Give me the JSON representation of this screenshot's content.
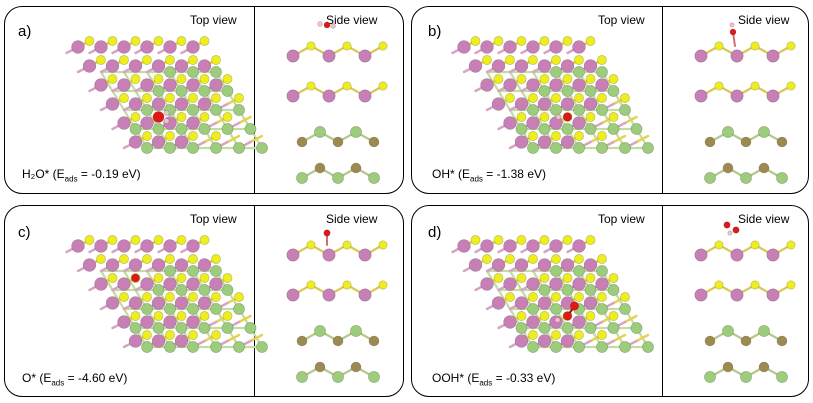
{
  "top_view_label": "Top view",
  "side_view_label": "Side view",
  "energy_prefix": "(E",
  "energy_sub": "ads",
  "unit": "eV",
  "colors": {
    "mo": "#c77fb6",
    "s": "#eded1f",
    "green": "#9ccc7c",
    "brown": "#9c8a4f",
    "oxygen": "#e01818",
    "hydrogen": "#f2c0c8"
  },
  "panels": [
    {
      "letter": "a)",
      "species": "H₂O*",
      "energy": "-0.19"
    },
    {
      "letter": "b)",
      "species": "OH*",
      "energy": "-1.38"
    },
    {
      "letter": "c)",
      "species": "O*",
      "energy": "-4.60"
    },
    {
      "letter": "d)",
      "species": "OOH*",
      "energy": "-0.33"
    }
  ]
}
